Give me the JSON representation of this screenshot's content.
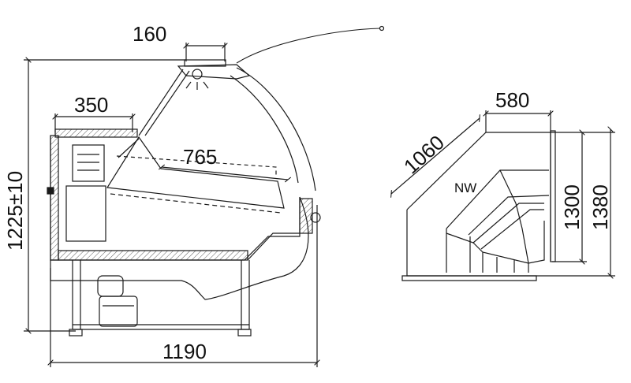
{
  "side_view": {
    "dims": {
      "top_width": "160",
      "shelf_depth": "350",
      "shelf_length": "765",
      "height": "1225±10",
      "total_width": "1190"
    }
  },
  "corner_view": {
    "dims": {
      "width": "580",
      "diagonal": "1060",
      "inner_height": "1300",
      "outer_height": "1380"
    },
    "label": "NW"
  },
  "colors": {
    "line": "#1a1a1a",
    "hatch": "#333333",
    "background": "#ffffff"
  }
}
